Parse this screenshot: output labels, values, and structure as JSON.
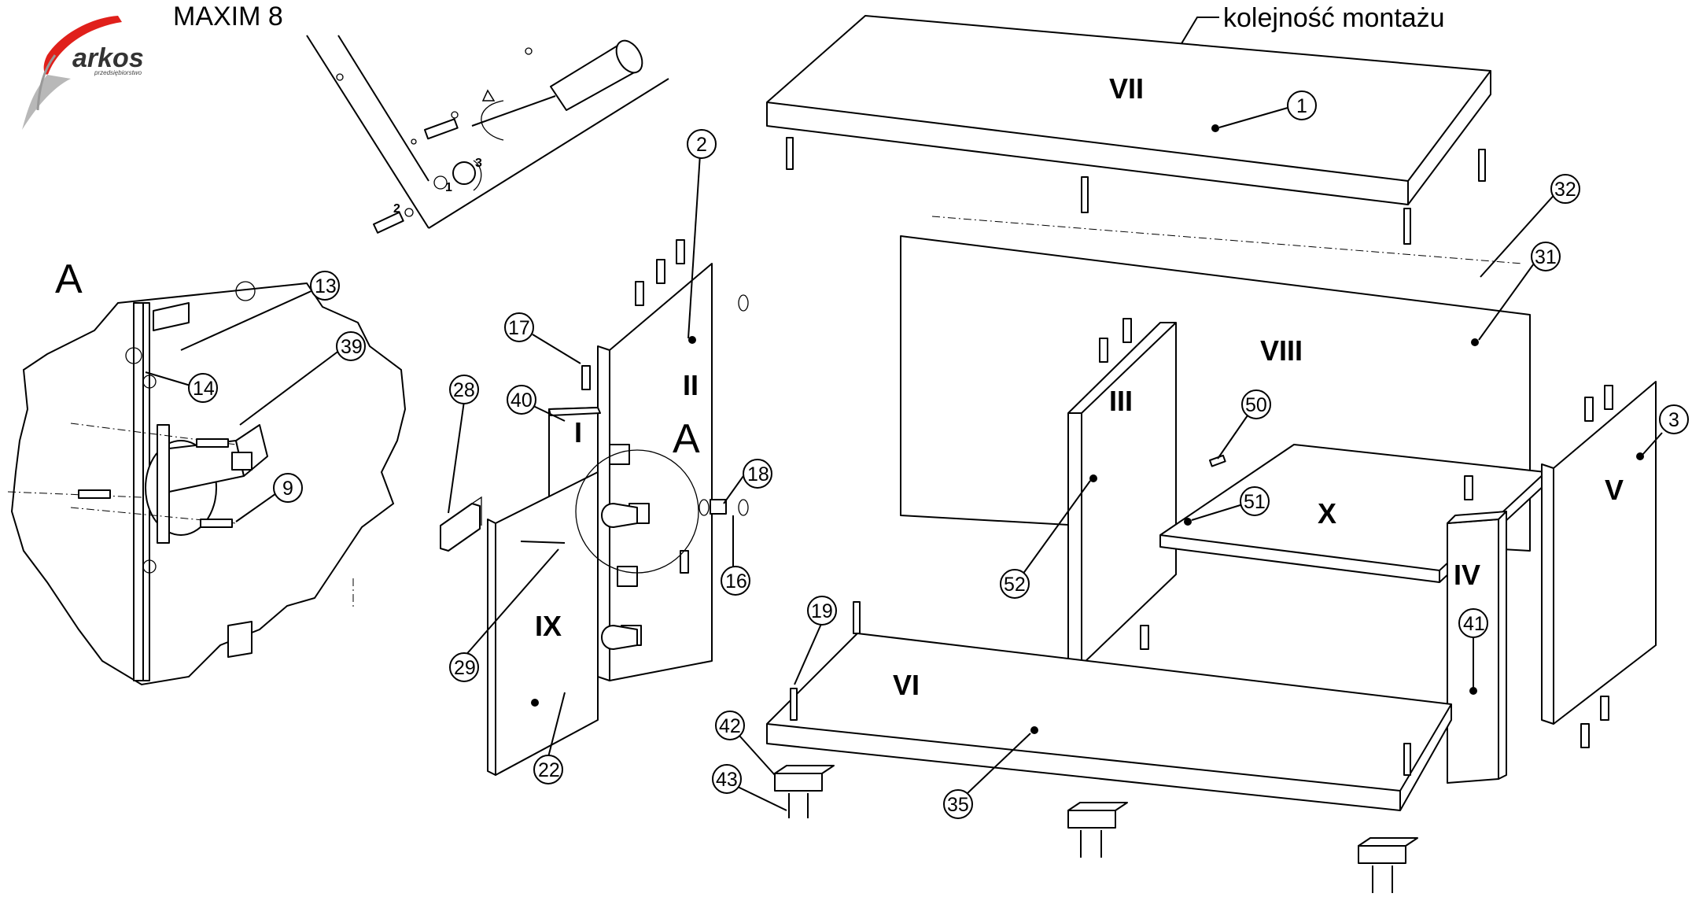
{
  "header": {
    "model": "MAXIM 8",
    "order_note": "kolejność montażu"
  },
  "logo": {
    "name": "arkos",
    "tagline": "przedsiębiorstwo"
  },
  "detail": {
    "letter": "A",
    "letter_inline": "A"
  },
  "screw_steps": [
    "1",
    "2",
    "3"
  ],
  "panels": [
    "I",
    "II",
    "III",
    "IV",
    "V",
    "VI",
    "VII",
    "VIII",
    "IX",
    "X"
  ],
  "callouts": {
    "c1": "1",
    "c2": "2",
    "c3": "3",
    "c9": "9",
    "c13": "13",
    "c14": "14",
    "c16": "16",
    "c17": "17",
    "c18": "18",
    "c19": "19",
    "c22": "22",
    "c28": "28",
    "c29": "29",
    "c31": "31",
    "c32": "32",
    "c35": "35",
    "c39": "39",
    "c40": "40",
    "c41": "41",
    "c42": "42",
    "c43": "43",
    "c50": "50",
    "c51": "51",
    "c52": "52"
  },
  "colors": {
    "line": "#000000",
    "logo_red": "#e0201b",
    "logo_grey": "#8a8a8a"
  }
}
